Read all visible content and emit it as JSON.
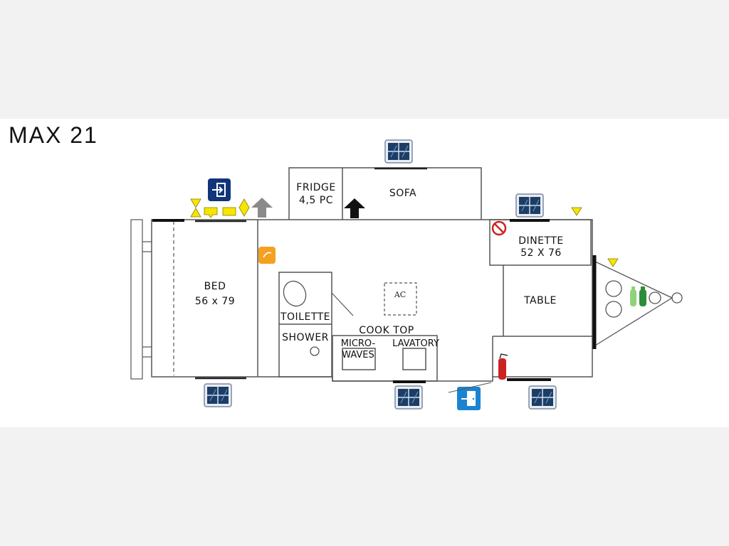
{
  "title": "MAX 21",
  "rooms": {
    "fridge": [
      "FRIDGE",
      "4,5 PC"
    ],
    "sofa": "SOFA",
    "dinette": [
      "DINETTE",
      "52 X 76"
    ],
    "table": "TABLE",
    "bed": [
      "BED",
      "56 x 79"
    ],
    "ac": "AC",
    "toilette": "TOILETTE",
    "shower": "SHOWER",
    "cook_top": "COOK TOP",
    "microwaves": [
      "MICRO-",
      "WAVES"
    ],
    "lavatory": "LAVATORY"
  },
  "icons": [
    "window-icon",
    "door-icon",
    "exit-door-icon",
    "up-arrow-icon",
    "fire-extinguisher-icon",
    "no-smoking-icon",
    "warning-triangle-icon",
    "gas-bottle-icon",
    "light-icon"
  ],
  "colors": {
    "outline": "#555555",
    "window_blue": "#1e3d66",
    "exit_blue": "#1b84d0",
    "door_navy": "#10357a",
    "marker_yellow": "#f5e600",
    "light_orange": "#f5a020",
    "extinguisher_red": "#cc2222"
  }
}
